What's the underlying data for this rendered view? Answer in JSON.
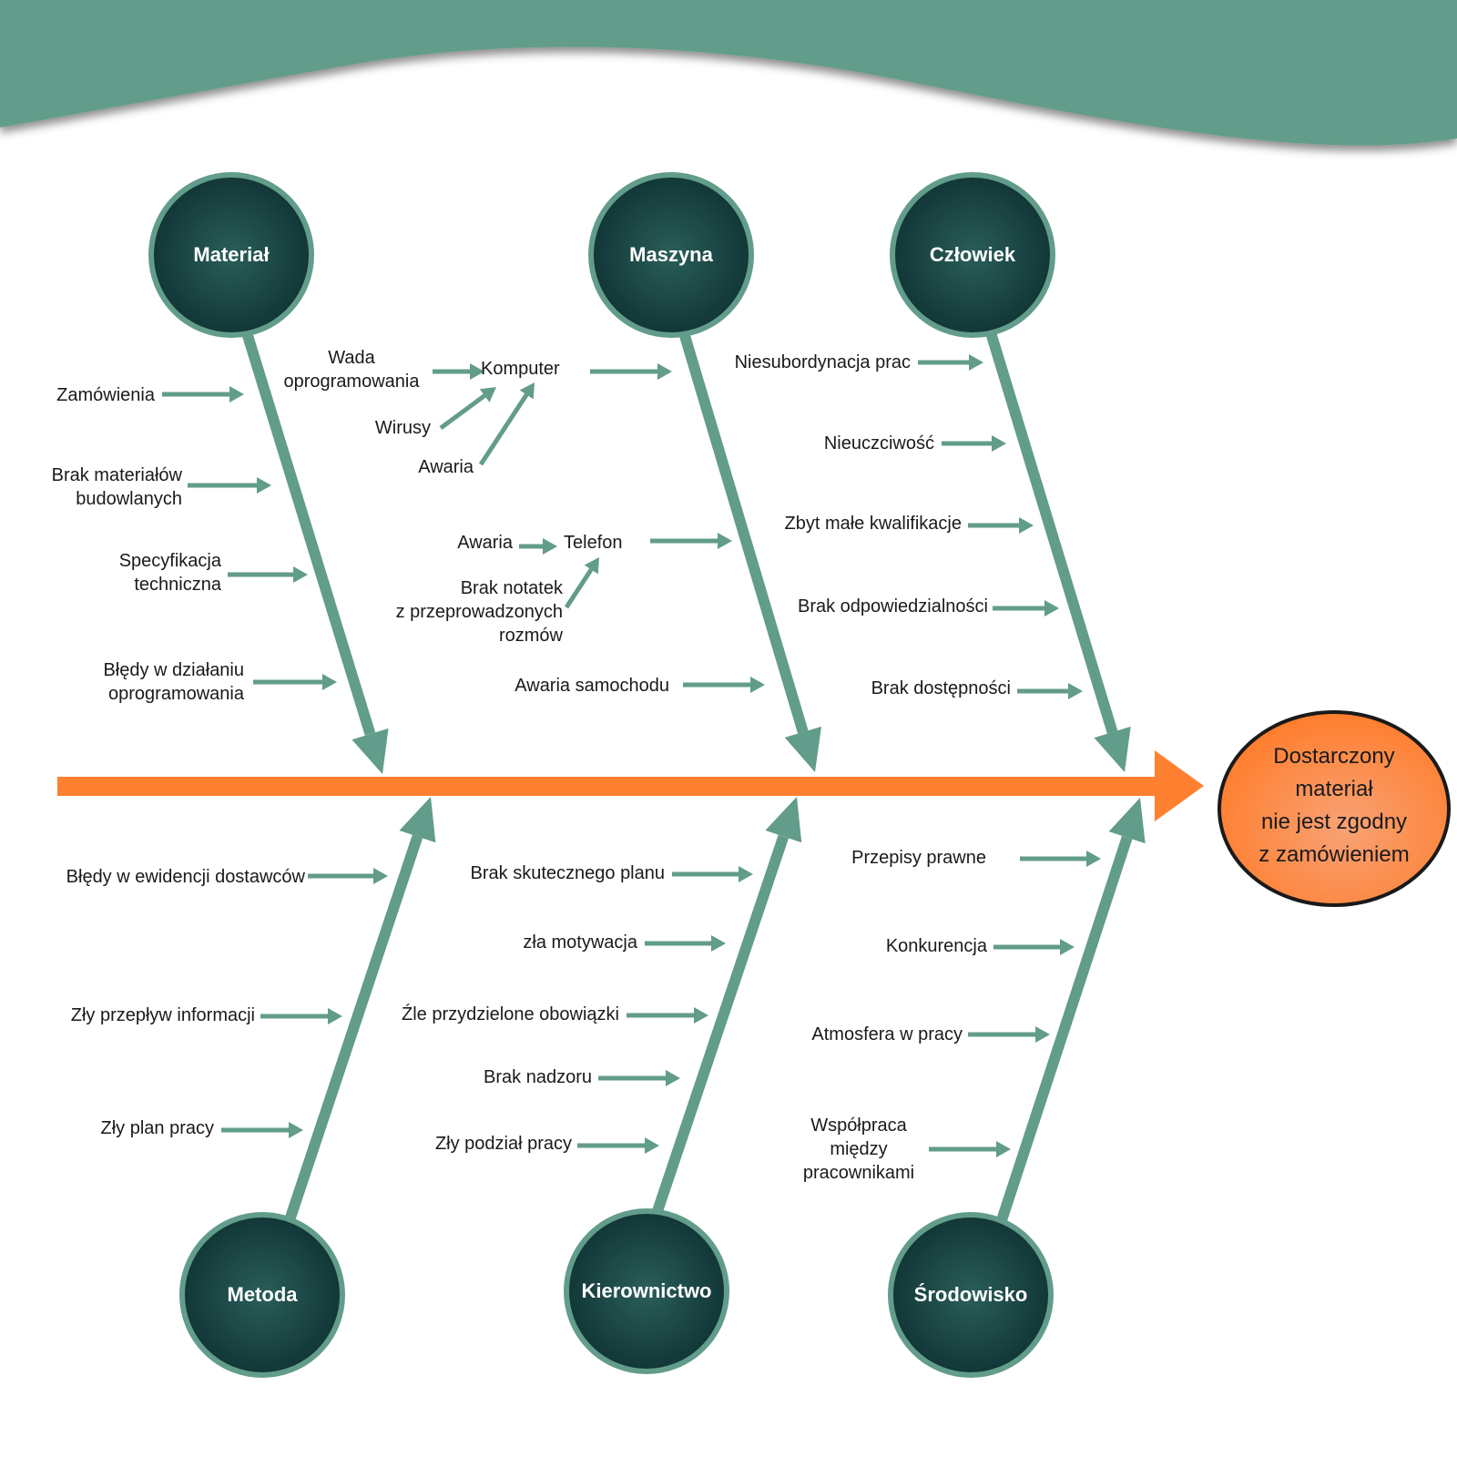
{
  "colors": {
    "teal": "#629c8a",
    "dark": "#163f3f",
    "orange": "#ff8030",
    "orange_light": "#f8a276",
    "black": "#1a1a1a"
  },
  "effect": "Dostarczony\nmateriał\nnie jest zgodny\nz zamówieniem",
  "categories": {
    "material": "Materiał",
    "maszyna": "Maszyna",
    "czlowiek": "Człowiek",
    "metoda": "Metoda",
    "kierownictwo": "Kierownictwo",
    "srodowisko": "Środowisko"
  },
  "causes": {
    "material": [
      "Zamówienia",
      "Brak materiałów\nbudowlanych",
      "Specyfikacja\ntechniczna",
      "Błędy w działaniu\noprogramowania"
    ],
    "maszyna": {
      "komputer": "Komputer",
      "komputer_sub": [
        "Wada\noprogramowania",
        "Wirusy",
        "Awaria"
      ],
      "telefon": "Telefon",
      "telefon_sub": [
        "Awaria",
        "Brak notatek\nz przeprowadzonych\nrozmów"
      ],
      "samochod": "Awaria samochodu"
    },
    "czlowiek": [
      "Niesubordynacja prac",
      "Nieuczciwość",
      "Zbyt małe kwalifikacje",
      "Brak odpowiedzialności",
      "Brak dostępności"
    ],
    "metoda": [
      "Błędy w ewidencji dostawców",
      "Zły przepływ informacji",
      "Zły plan pracy"
    ],
    "kierownictwo": [
      "Brak skutecznego planu",
      "zła motywacja",
      "Źle przydzielone obowiązki",
      "Brak nadzoru",
      "Zły podział pracy"
    ],
    "srodowisko": [
      "Przepisy prawne",
      "Konkurencja",
      "Atmosfera w pracy",
      "Współpraca\nmiędzy\npracownikami"
    ]
  }
}
